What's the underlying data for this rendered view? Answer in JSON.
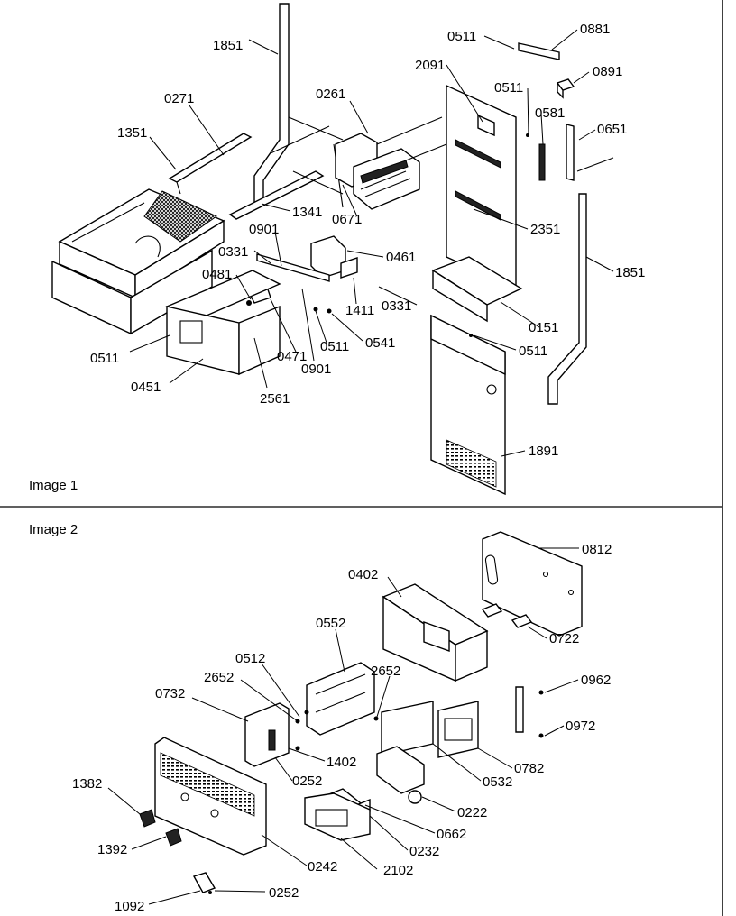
{
  "image1": {
    "title": "Image 1",
    "labels": {
      "l1851a": "1851",
      "l0271": "0271",
      "l1351": "1351",
      "l0261": "0261",
      "l2091": "2091",
      "l0511a": "0511",
      "l0881": "0881",
      "l0891": "0891",
      "l0511b": "0511",
      "l0581": "0581",
      "l0651": "0651",
      "l1341": "1341",
      "l0671": "0671",
      "l2351": "2351",
      "l0901a": "0901",
      "l0461": "0461",
      "l0331a": "0331",
      "l0481": "0481",
      "l1411": "1411",
      "l0331b": "0331",
      "l1851b": "1851",
      "l0151": "0151",
      "l0511c": "0511",
      "l0471": "0471",
      "l0511d": "0511",
      "l0541": "0541",
      "l0511e": "0511",
      "l0901b": "0901",
      "l0451": "0451",
      "l2561": "2561",
      "l1891": "1891"
    }
  },
  "image2": {
    "title": "Image 2",
    "labels": {
      "l0812": "0812",
      "l0402": "0402",
      "l0722": "0722",
      "l0552": "0552",
      "l0512": "0512",
      "l2652a": "2652",
      "l2652b": "2652",
      "l0732": "0732",
      "l0962": "0962",
      "l0972": "0972",
      "l1402": "1402",
      "l0782": "0782",
      "l0252a": "0252",
      "l0532": "0532",
      "l1382": "1382",
      "l0222": "0222",
      "l0662": "0662",
      "l1392": "1392",
      "l0232": "0232",
      "l0242": "0242",
      "l2102": "2102",
      "l0252b": "0252",
      "l1092": "1092"
    }
  }
}
